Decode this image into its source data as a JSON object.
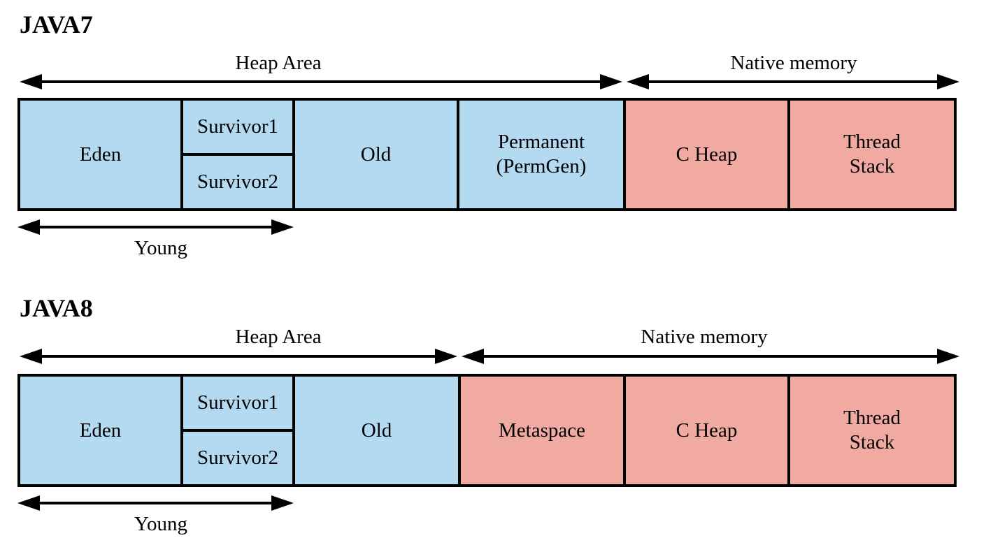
{
  "colors": {
    "heap_blue": "#b4daf2",
    "native_pink": "#f1aaa2",
    "line_black": "#000000"
  },
  "java7": {
    "title": "JAVA7",
    "heap_area_label": "Heap Area",
    "native_memory_label": "Native memory",
    "young_label": "Young",
    "boxes": {
      "eden": "Eden",
      "survivor1": "Survivor1",
      "survivor2": "Survivor2",
      "old": "Old",
      "permanent_line1": "Permanent",
      "permanent_line2": "(PermGen)",
      "c_heap": "C Heap",
      "thread_stack_line1": "Thread",
      "thread_stack_line2": "Stack"
    }
  },
  "java8": {
    "title": "JAVA8",
    "heap_area_label": "Heap Area",
    "native_memory_label": "Native memory",
    "young_label": "Young",
    "boxes": {
      "eden": "Eden",
      "survivor1": "Survivor1",
      "survivor2": "Survivor2",
      "old": "Old",
      "metaspace": "Metaspace",
      "c_heap": "C Heap",
      "thread_stack_line1": "Thread",
      "thread_stack_line2": "Stack"
    }
  }
}
